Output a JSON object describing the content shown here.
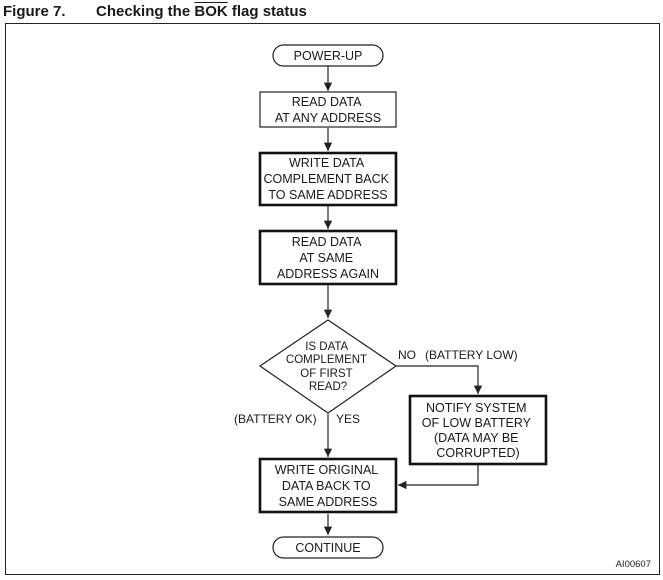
{
  "figure": {
    "number": "Figure 7.",
    "title_before": "Checking the ",
    "title_overlined": "BOK",
    "title_after": " flag status",
    "ref": "AI00607"
  },
  "nodes": {
    "power_up": [
      "POWER-UP"
    ],
    "read_any": [
      "READ DATA",
      "AT ANY ADDRESS"
    ],
    "write_complement": [
      "WRITE DATA",
      "COMPLEMENT BACK",
      "TO SAME ADDRESS"
    ],
    "read_again": [
      "READ DATA",
      "AT SAME",
      "ADDRESS AGAIN"
    ],
    "decision": [
      "IS DATA",
      "COMPLEMENT",
      "OF FIRST",
      "READ?"
    ],
    "notify": [
      "NOTIFY SYSTEM",
      "OF LOW BATTERY",
      "(DATA MAY BE",
      "CORRUPTED)"
    ],
    "write_original": [
      "WRITE ORIGINAL",
      "DATA BACK TO",
      "SAME ADDRESS"
    ],
    "continue": [
      "CONTINUE"
    ]
  },
  "labels": {
    "no": "NO",
    "battery_low": "(BATTERY LOW)",
    "battery_ok": "(BATTERY OK)",
    "yes": "YES"
  }
}
